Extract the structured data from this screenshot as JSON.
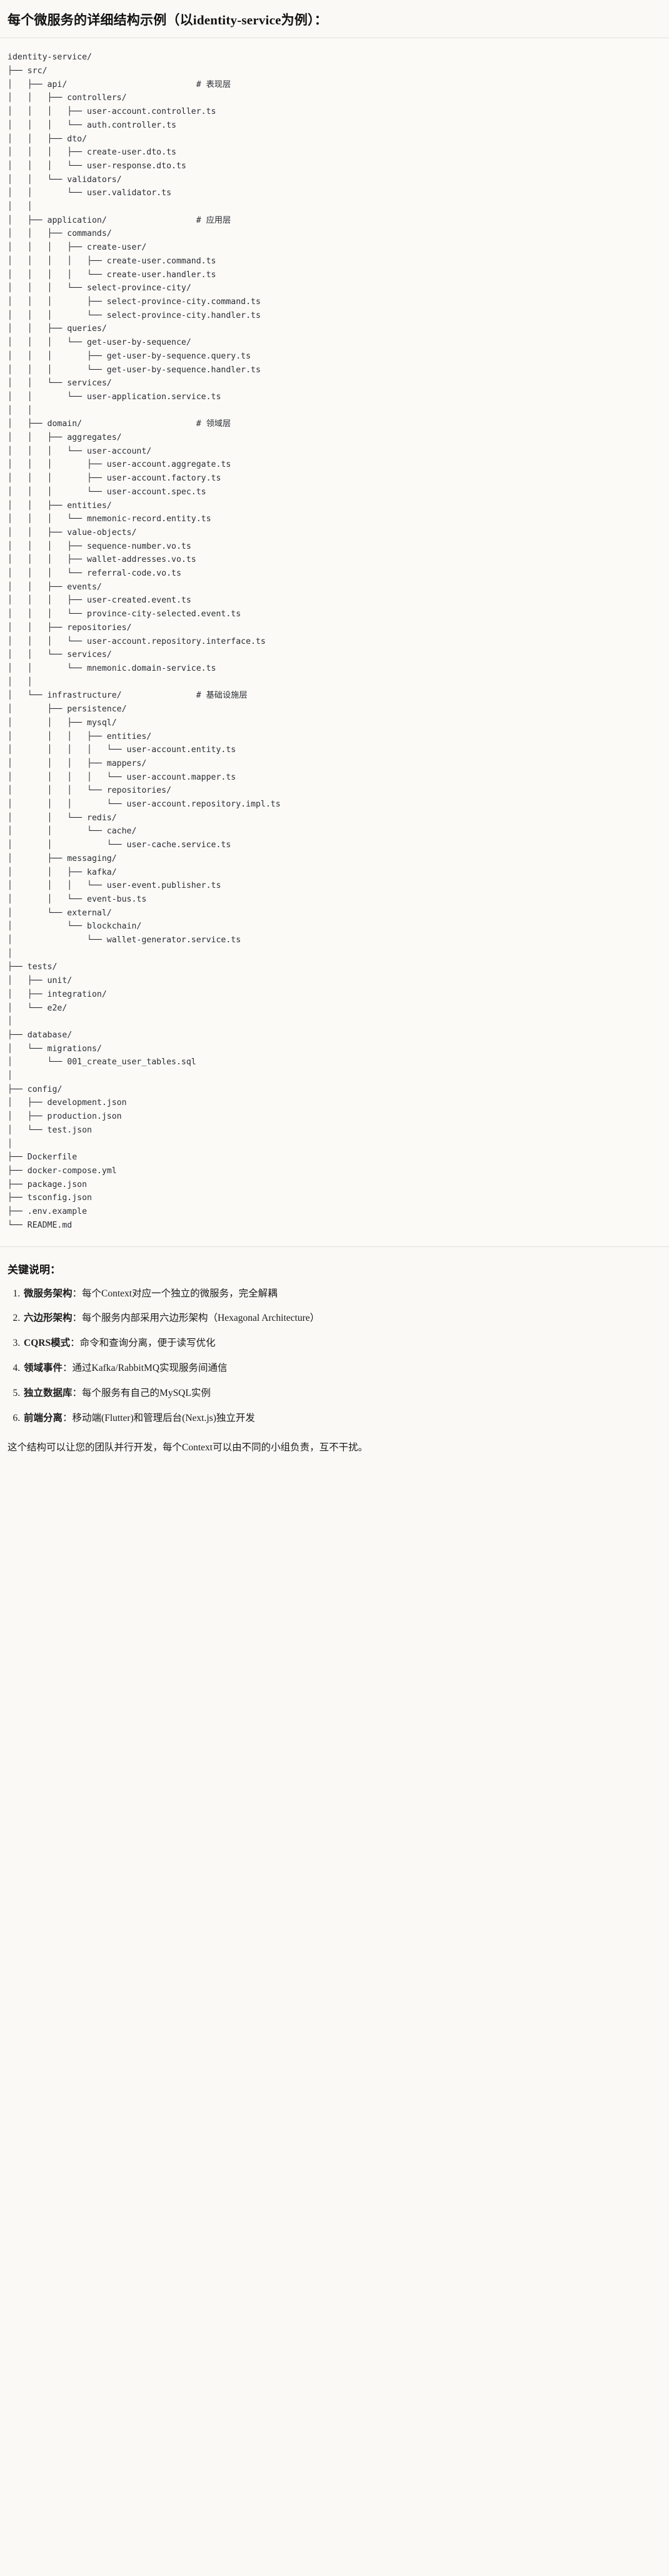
{
  "document": {
    "title": "每个微服务的详细结构示例（以identity-service为例）：",
    "tree_text": "identity-service/\n├── src/\n│   ├── api/                          # 表现层\n│   │   ├── controllers/\n│   │   │   ├── user-account.controller.ts\n│   │   │   └── auth.controller.ts\n│   │   ├── dto/\n│   │   │   ├── create-user.dto.ts\n│   │   │   └── user-response.dto.ts\n│   │   └── validators/\n│   │       └── user.validator.ts\n│   │\n│   ├── application/                  # 应用层\n│   │   ├── commands/\n│   │   │   ├── create-user/\n│   │   │   │   ├── create-user.command.ts\n│   │   │   │   └── create-user.handler.ts\n│   │   │   └── select-province-city/\n│   │   │       ├── select-province-city.command.ts\n│   │   │       └── select-province-city.handler.ts\n│   │   ├── queries/\n│   │   │   └── get-user-by-sequence/\n│   │   │       ├── get-user-by-sequence.query.ts\n│   │   │       └── get-user-by-sequence.handler.ts\n│   │   └── services/\n│   │       └── user-application.service.ts\n│   │\n│   ├── domain/                       # 领域层\n│   │   ├── aggregates/\n│   │   │   └── user-account/\n│   │   │       ├── user-account.aggregate.ts\n│   │   │       ├── user-account.factory.ts\n│   │   │       └── user-account.spec.ts\n│   │   ├── entities/\n│   │   │   └── mnemonic-record.entity.ts\n│   │   ├── value-objects/\n│   │   │   ├── sequence-number.vo.ts\n│   │   │   ├── wallet-addresses.vo.ts\n│   │   │   └── referral-code.vo.ts\n│   │   ├── events/\n│   │   │   ├── user-created.event.ts\n│   │   │   └── province-city-selected.event.ts\n│   │   ├── repositories/\n│   │   │   └── user-account.repository.interface.ts\n│   │   └── services/\n│   │       └── mnemonic.domain-service.ts\n│   │\n│   └── infrastructure/               # 基础设施层\n│       ├── persistence/\n│       │   ├── mysql/\n│       │   │   ├── entities/\n│       │   │   │   └── user-account.entity.ts\n│       │   │   ├── mappers/\n│       │   │   │   └── user-account.mapper.ts\n│       │   │   └── repositories/\n│       │   │       └── user-account.repository.impl.ts\n│       │   └── redis/\n│       │       └── cache/\n│       │           └── user-cache.service.ts\n│       ├── messaging/\n│       │   ├── kafka/\n│       │   │   └── user-event.publisher.ts\n│       │   └── event-bus.ts\n│       └── external/\n│           └── blockchain/\n│               └── wallet-generator.service.ts\n│\n├── tests/\n│   ├── unit/\n│   ├── integration/\n│   └── e2e/\n│\n├── database/\n│   └── migrations/\n│       └── 001_create_user_tables.sql\n│\n├── config/\n│   ├── development.json\n│   ├── production.json\n│   └── test.json\n│\n├── Dockerfile\n├── docker-compose.yml\n├── package.json\n├── tsconfig.json\n├── .env.example\n└── README.md",
    "tree_layer_comments": [
      {
        "path": "api/",
        "comment": "# 表现层"
      },
      {
        "path": "application/",
        "comment": "# 应用层"
      },
      {
        "path": "domain/",
        "comment": "# 领域层"
      },
      {
        "path": "infrastructure/",
        "comment": "# 基础设施层"
      }
    ],
    "notes": {
      "heading": "关键说明：",
      "items": [
        {
          "term": "微服务架构",
          "sep": "：",
          "desc": "每个Context对应一个独立的微服务，完全解耦"
        },
        {
          "term": "六边形架构",
          "sep": "：",
          "desc": "每个服务内部采用六边形架构（Hexagonal Architecture）"
        },
        {
          "term": "CQRS模式",
          "sep": "：",
          "desc": "命令和查询分离，便于读写优化"
        },
        {
          "term": "领域事件",
          "sep": "：",
          "desc": "通过Kafka/RabbitMQ实现服务间通信"
        },
        {
          "term": "独立数据库",
          "sep": "：",
          "desc": "每个服务有自己的MySQL实例"
        },
        {
          "term": "前端分离",
          "sep": "：",
          "desc": "移动端(Flutter)和管理后台(Next.js)独立开发"
        }
      ],
      "closing": "这个结构可以让您的团队并行开发，每个Context可以由不同的小组负责，互不干扰。"
    },
    "colors": {
      "page_background": "#faf9f6",
      "code_background": "#fbfaf7",
      "text": "#1b1b1b",
      "code_text": "#2a2d34",
      "rule": "#e2e0da"
    }
  }
}
